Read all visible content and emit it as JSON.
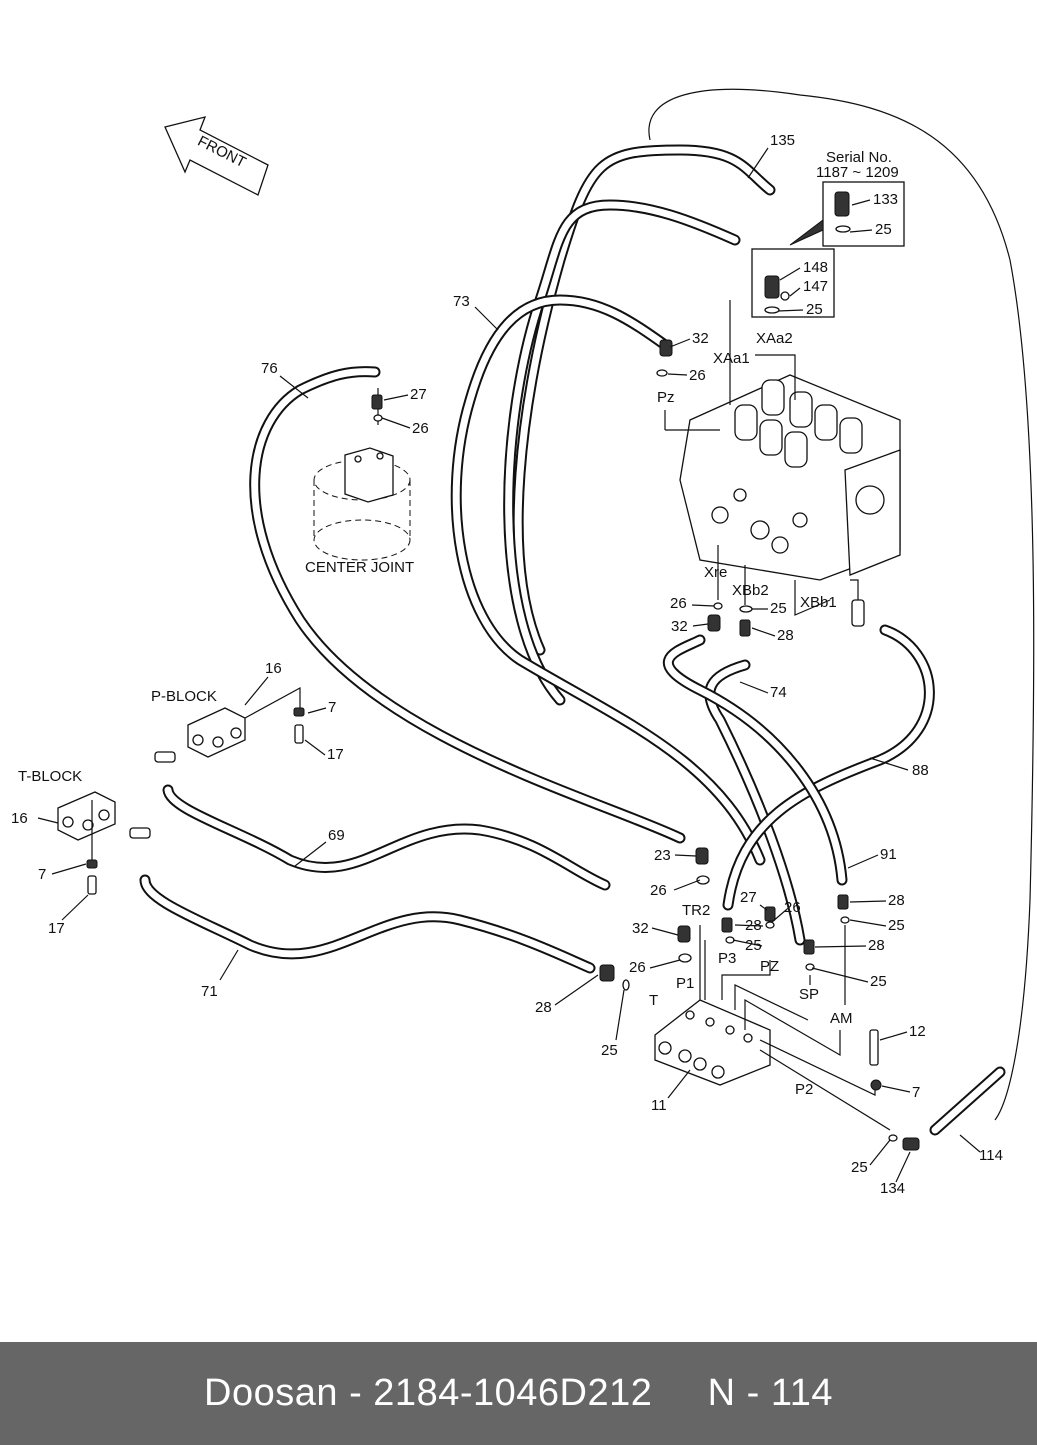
{
  "diagram": {
    "front_label": "FRONT",
    "serial_note": {
      "line1": "Serial No.",
      "line2": "1187 ~ 1209"
    },
    "component_labels": {
      "center_joint": "CENTER JOINT",
      "p_block": "P-BLOCK",
      "t_block": "T-BLOCK"
    },
    "port_labels": [
      "XAa1",
      "XAa2",
      "Pz",
      "Xre",
      "XBb2",
      "XBb1",
      "TR2",
      "P3",
      "PZ",
      "SP",
      "AM",
      "P1",
      "T",
      "P2"
    ],
    "part_callouts": [
      {
        "id": "c135",
        "text": "135"
      },
      {
        "id": "c133",
        "text": "133"
      },
      {
        "id": "c25a",
        "text": "25"
      },
      {
        "id": "c148",
        "text": "148"
      },
      {
        "id": "c147",
        "text": "147"
      },
      {
        "id": "c25b",
        "text": "25"
      },
      {
        "id": "c73",
        "text": "73"
      },
      {
        "id": "c32a",
        "text": "32"
      },
      {
        "id": "c26a",
        "text": "26"
      },
      {
        "id": "c76",
        "text": "76"
      },
      {
        "id": "c27a",
        "text": "27"
      },
      {
        "id": "c26b",
        "text": "26"
      },
      {
        "id": "c26c",
        "text": "26"
      },
      {
        "id": "c32b",
        "text": "32"
      },
      {
        "id": "c25c",
        "text": "25"
      },
      {
        "id": "c28a",
        "text": "28"
      },
      {
        "id": "c74",
        "text": "74"
      },
      {
        "id": "c16a",
        "text": "16"
      },
      {
        "id": "c7a",
        "text": "7"
      },
      {
        "id": "c17a",
        "text": "17"
      },
      {
        "id": "c88",
        "text": "88"
      },
      {
        "id": "c16b",
        "text": "16"
      },
      {
        "id": "c69",
        "text": "69"
      },
      {
        "id": "c7b",
        "text": "7"
      },
      {
        "id": "c17b",
        "text": "17"
      },
      {
        "id": "c23",
        "text": "23"
      },
      {
        "id": "c91",
        "text": "91"
      },
      {
        "id": "c26d",
        "text": "26"
      },
      {
        "id": "c27b",
        "text": "27"
      },
      {
        "id": "c26e",
        "text": "26"
      },
      {
        "id": "c28b",
        "text": "28"
      },
      {
        "id": "c28c",
        "text": "28"
      },
      {
        "id": "c25d",
        "text": "25"
      },
      {
        "id": "c25e",
        "text": "25"
      },
      {
        "id": "c32c",
        "text": "32"
      },
      {
        "id": "c28d",
        "text": "28"
      },
      {
        "id": "c26f",
        "text": "26"
      },
      {
        "id": "c25f",
        "text": "25"
      },
      {
        "id": "c71",
        "text": "71"
      },
      {
        "id": "c28e",
        "text": "28"
      },
      {
        "id": "c25g",
        "text": "25"
      },
      {
        "id": "c12",
        "text": "12"
      },
      {
        "id": "c7c",
        "text": "7"
      },
      {
        "id": "c11",
        "text": "11"
      },
      {
        "id": "c25h",
        "text": "25"
      },
      {
        "id": "c134",
        "text": "134"
      },
      {
        "id": "c114",
        "text": "114"
      }
    ]
  },
  "footer": {
    "brand": "Doosan",
    "separator": "-",
    "part_number": "2184-1046D212",
    "page_code": "N - 114"
  }
}
